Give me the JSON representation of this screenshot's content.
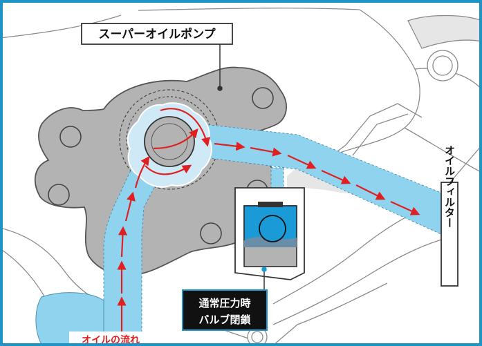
{
  "labels": {
    "pump_name": "スーパーオイルポンプ",
    "oil_filter": "オイルフィルター",
    "valve_status_line1": "通常圧力時",
    "valve_status_line2": "バルブ閉鎖",
    "oil_flow": "オイルの流れ"
  },
  "colors": {
    "frame_border": "#1e93c8",
    "oil_channel": "#8fd3ef",
    "pump_body": "#b3b3b3",
    "flow_arrow": "#e02020",
    "valve_blue": "#1a9ad6",
    "label_dark_bg": "#111111"
  }
}
